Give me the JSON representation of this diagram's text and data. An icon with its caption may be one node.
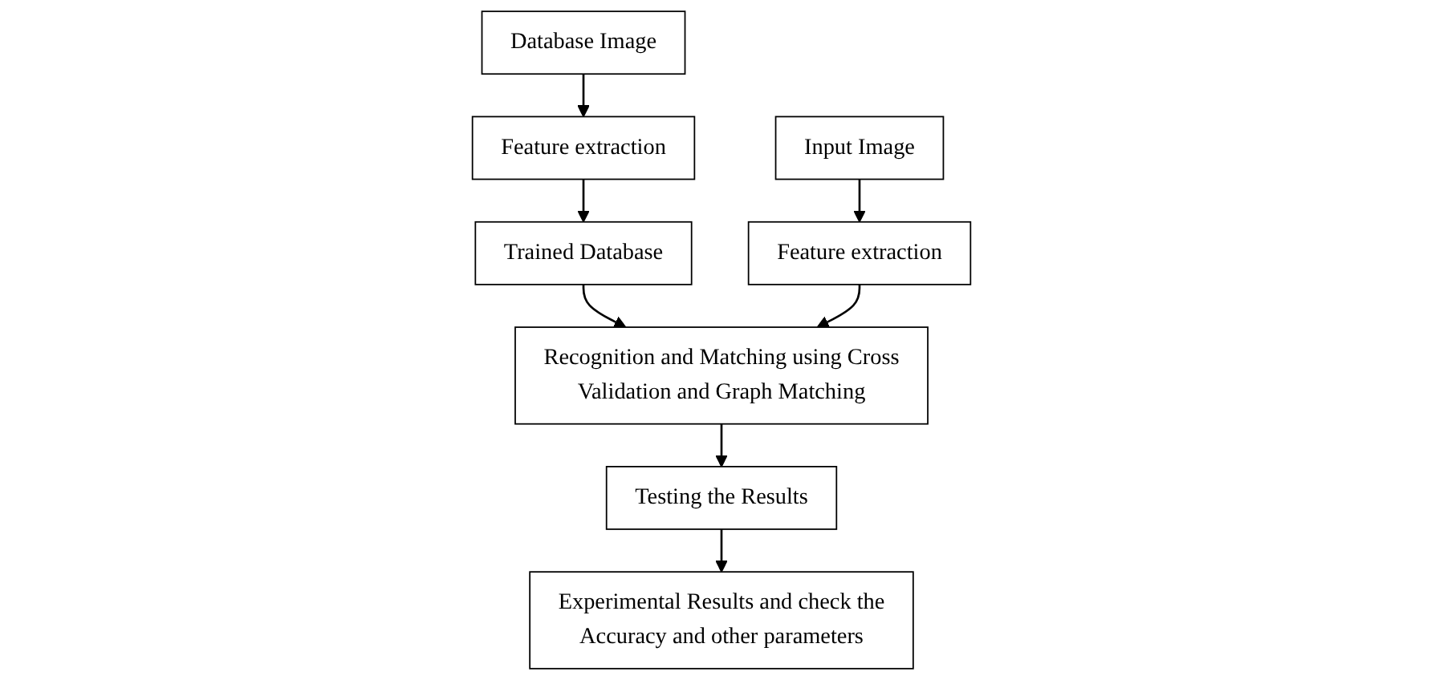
{
  "diagram": {
    "nodes": [
      {
        "text": [
          "Database Image"
        ]
      },
      {
        "text": [
          "Feature extraction"
        ]
      },
      {
        "text": [
          "Trained Database"
        ]
      },
      {
        "text": [
          "Input Image"
        ]
      },
      {
        "text": [
          "Feature extraction"
        ]
      },
      {
        "text": [
          "Recognition and Matching using Cross Validation and Graph Matching"
        ]
      },
      {
        "text": [
          "Testing the Results"
        ]
      },
      {
        "text": [
          "Experimental Results and check the Accuracy and other parameters"
        ]
      }
    ],
    "edges": [
      {
        "from": 0,
        "to": 1,
        "arrow": "to"
      },
      {
        "from": 1,
        "to": 2,
        "arrow": "to"
      },
      {
        "from": 2,
        "to": 5,
        "arrow": "to"
      },
      {
        "from": 3,
        "to": 4,
        "arrow": "to"
      },
      {
        "from": 4,
        "to": 5,
        "arrow": "to"
      },
      {
        "from": 5,
        "to": 6,
        "arrow": "to"
      },
      {
        "from": 6,
        "to": 7,
        "arrow": "to"
      }
    ]
  }
}
